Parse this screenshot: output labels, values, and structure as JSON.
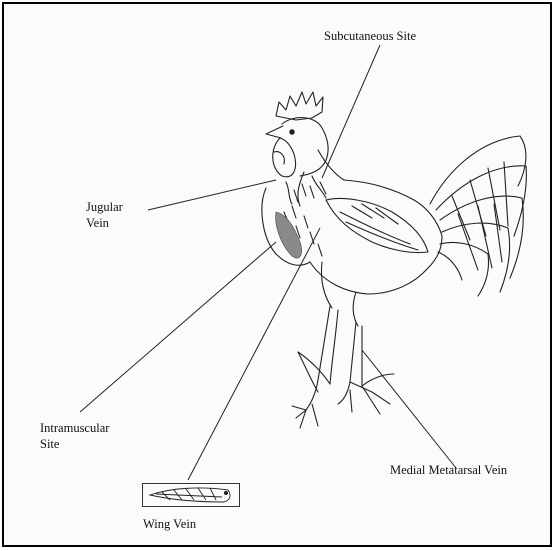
{
  "diagram": {
    "labels": {
      "subcutaneous": "Subcutaneous Site",
      "jugular_line1": "Jugular",
      "jugular_line2": "Vein",
      "intramuscular_line1": "Intramuscular",
      "intramuscular_line2": "Site",
      "medial_metatarsal": "Medial Metatarsal Vein",
      "wing_vein": "Wing Vein"
    },
    "colors": {
      "ink": "#222222",
      "shading": "#8a8a8a",
      "border": "#000000",
      "paper": "#fbfbf9"
    }
  }
}
